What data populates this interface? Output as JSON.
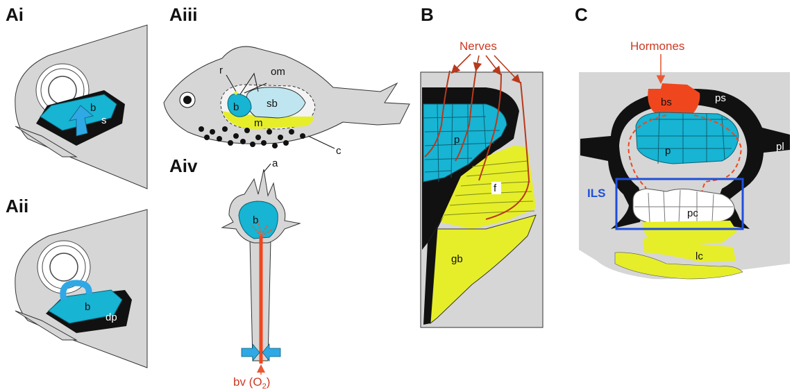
{
  "panels": {
    "ai": {
      "label": "Ai",
      "b": "b",
      "s": "s"
    },
    "aii": {
      "label": "Aii",
      "b": "b",
      "dp": "dp"
    },
    "aiii": {
      "label": "Aiii",
      "r": "r",
      "om": "om",
      "b": "b",
      "sb": "sb",
      "m": "m",
      "c": "c"
    },
    "aiv": {
      "label": "Aiv",
      "a": "a",
      "b": "b",
      "bv_main": "bv (O",
      "bv_sub": "2",
      "bv_close": ")"
    },
    "b": {
      "label": "B",
      "nerves": "Nerves",
      "p": "p",
      "f": "f",
      "gb": "gb"
    },
    "c": {
      "label": "C",
      "hormones": "Hormones",
      "bs": "bs",
      "ps": "ps",
      "p": "p",
      "pl": "pl",
      "ils": "ILS",
      "pc": "pc",
      "lc": "lc"
    }
  },
  "colors": {
    "grey": "#d6d6d6",
    "cyan": "#17b4d3",
    "black": "#111111",
    "yellow": "#e6ee2a",
    "pale_yellow": "#eef58f",
    "orange": "#f0461e",
    "dark_red": "#b8391c",
    "blue_box": "#1d4fd9",
    "label_red": "#cc3a22"
  }
}
